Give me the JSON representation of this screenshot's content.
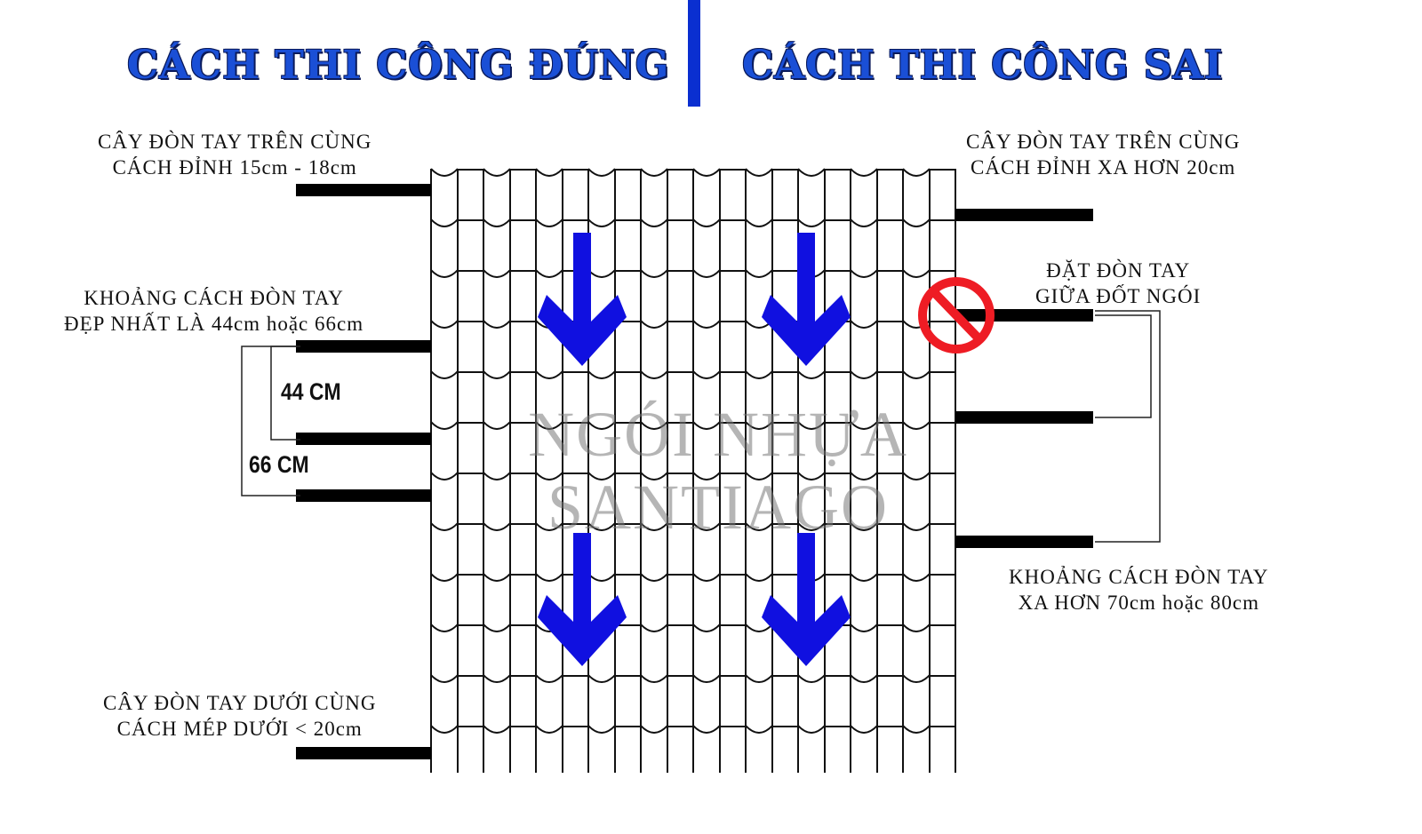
{
  "titles": {
    "correct": "CÁCH THI CÔNG ĐÚNG",
    "wrong": "CÁCH THI CÔNG SAI"
  },
  "left_labels": {
    "top_line1": "CÂY ĐÒN TAY TRÊN CÙNG",
    "top_line2": "CÁCH ĐỈNH 15cm - 18cm",
    "spacing_line1": "KHOẢNG CÁCH ĐÒN TAY",
    "spacing_line2": "ĐẸP NHẤT LÀ 44cm hoặc 66cm",
    "dim_44": "44 CM",
    "dim_66": "66 CM",
    "bottom_line1": "CÂY ĐÒN TAY DƯỚI CÙNG",
    "bottom_line2": "CÁCH MÉP DƯỚI < 20cm"
  },
  "right_labels": {
    "top_line1": "CÂY ĐÒN TAY TRÊN CÙNG",
    "top_line2": "CÁCH ĐỈNH XA HƠN 20cm",
    "middle_line1": "ĐẶT ĐÒN TAY",
    "middle_line2": "GIỮA ĐỐT NGÓI",
    "spacing_line1": "KHOẢNG CÁCH ĐÒN TAY",
    "spacing_line2": "XA HƠN 70cm hoặc 80cm"
  },
  "watermark": {
    "line1": "NGÓI NHỰA",
    "line2": "SANTIAGO"
  },
  "colors": {
    "title": "#1a4fd6",
    "arrow": "#1010e0",
    "prohibit": "#ee1c24",
    "divider": "#0a2fd0"
  }
}
